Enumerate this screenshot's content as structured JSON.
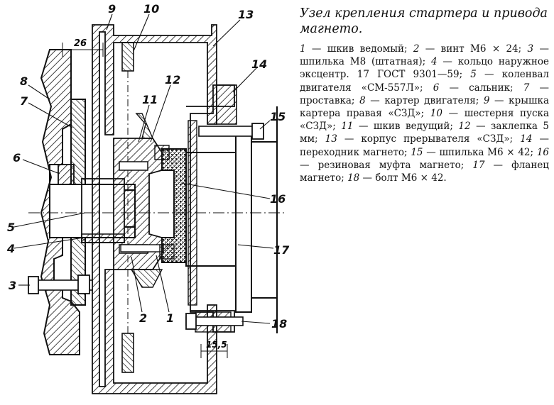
{
  "caption": {
    "title": "Узел крепления стартера и привода магнето.",
    "items": [
      {
        "num": "1",
        "text": "шкив ведомый;"
      },
      {
        "num": "2",
        "text": "винт М6 × 24;"
      },
      {
        "num": "3",
        "text": "шпилька М8 (штатная);"
      },
      {
        "num": "4",
        "text": "кольцо наружное эксцентр. 17 ГОСТ 9301—59;"
      },
      {
        "num": "5",
        "text": "коленвал двигателя «СМ-557Л»;"
      },
      {
        "num": "6",
        "text": "сальник;"
      },
      {
        "num": "7",
        "text": "проставка;"
      },
      {
        "num": "8",
        "text": "картер двигателя;"
      },
      {
        "num": "9",
        "text": "крышка картера правая «СЗД»;"
      },
      {
        "num": "10",
        "text": "шестерня пуска «СЗД»;"
      },
      {
        "num": "11",
        "text": "шкив ведущий;"
      },
      {
        "num": "12",
        "text": "заклепка 5 мм;"
      },
      {
        "num": "13",
        "text": "корпус прерывателя «СЗД»;"
      },
      {
        "num": "14",
        "text": "переходник магнето;"
      },
      {
        "num": "15",
        "text": "шпилька М6 × 42;"
      },
      {
        "num": "16",
        "text": "резиновая муфта магнето;"
      },
      {
        "num": "17",
        "text": "фланец магнето;"
      },
      {
        "num": "18",
        "text": "болт М6 × 42."
      }
    ]
  },
  "figure": {
    "callouts": [
      "1",
      "2",
      "3",
      "4",
      "5",
      "6",
      "7",
      "8",
      "9",
      "10",
      "11",
      "12",
      "13",
      "14",
      "15",
      "16",
      "17",
      "18"
    ],
    "dimensions": [
      "26",
      "15,5"
    ]
  }
}
